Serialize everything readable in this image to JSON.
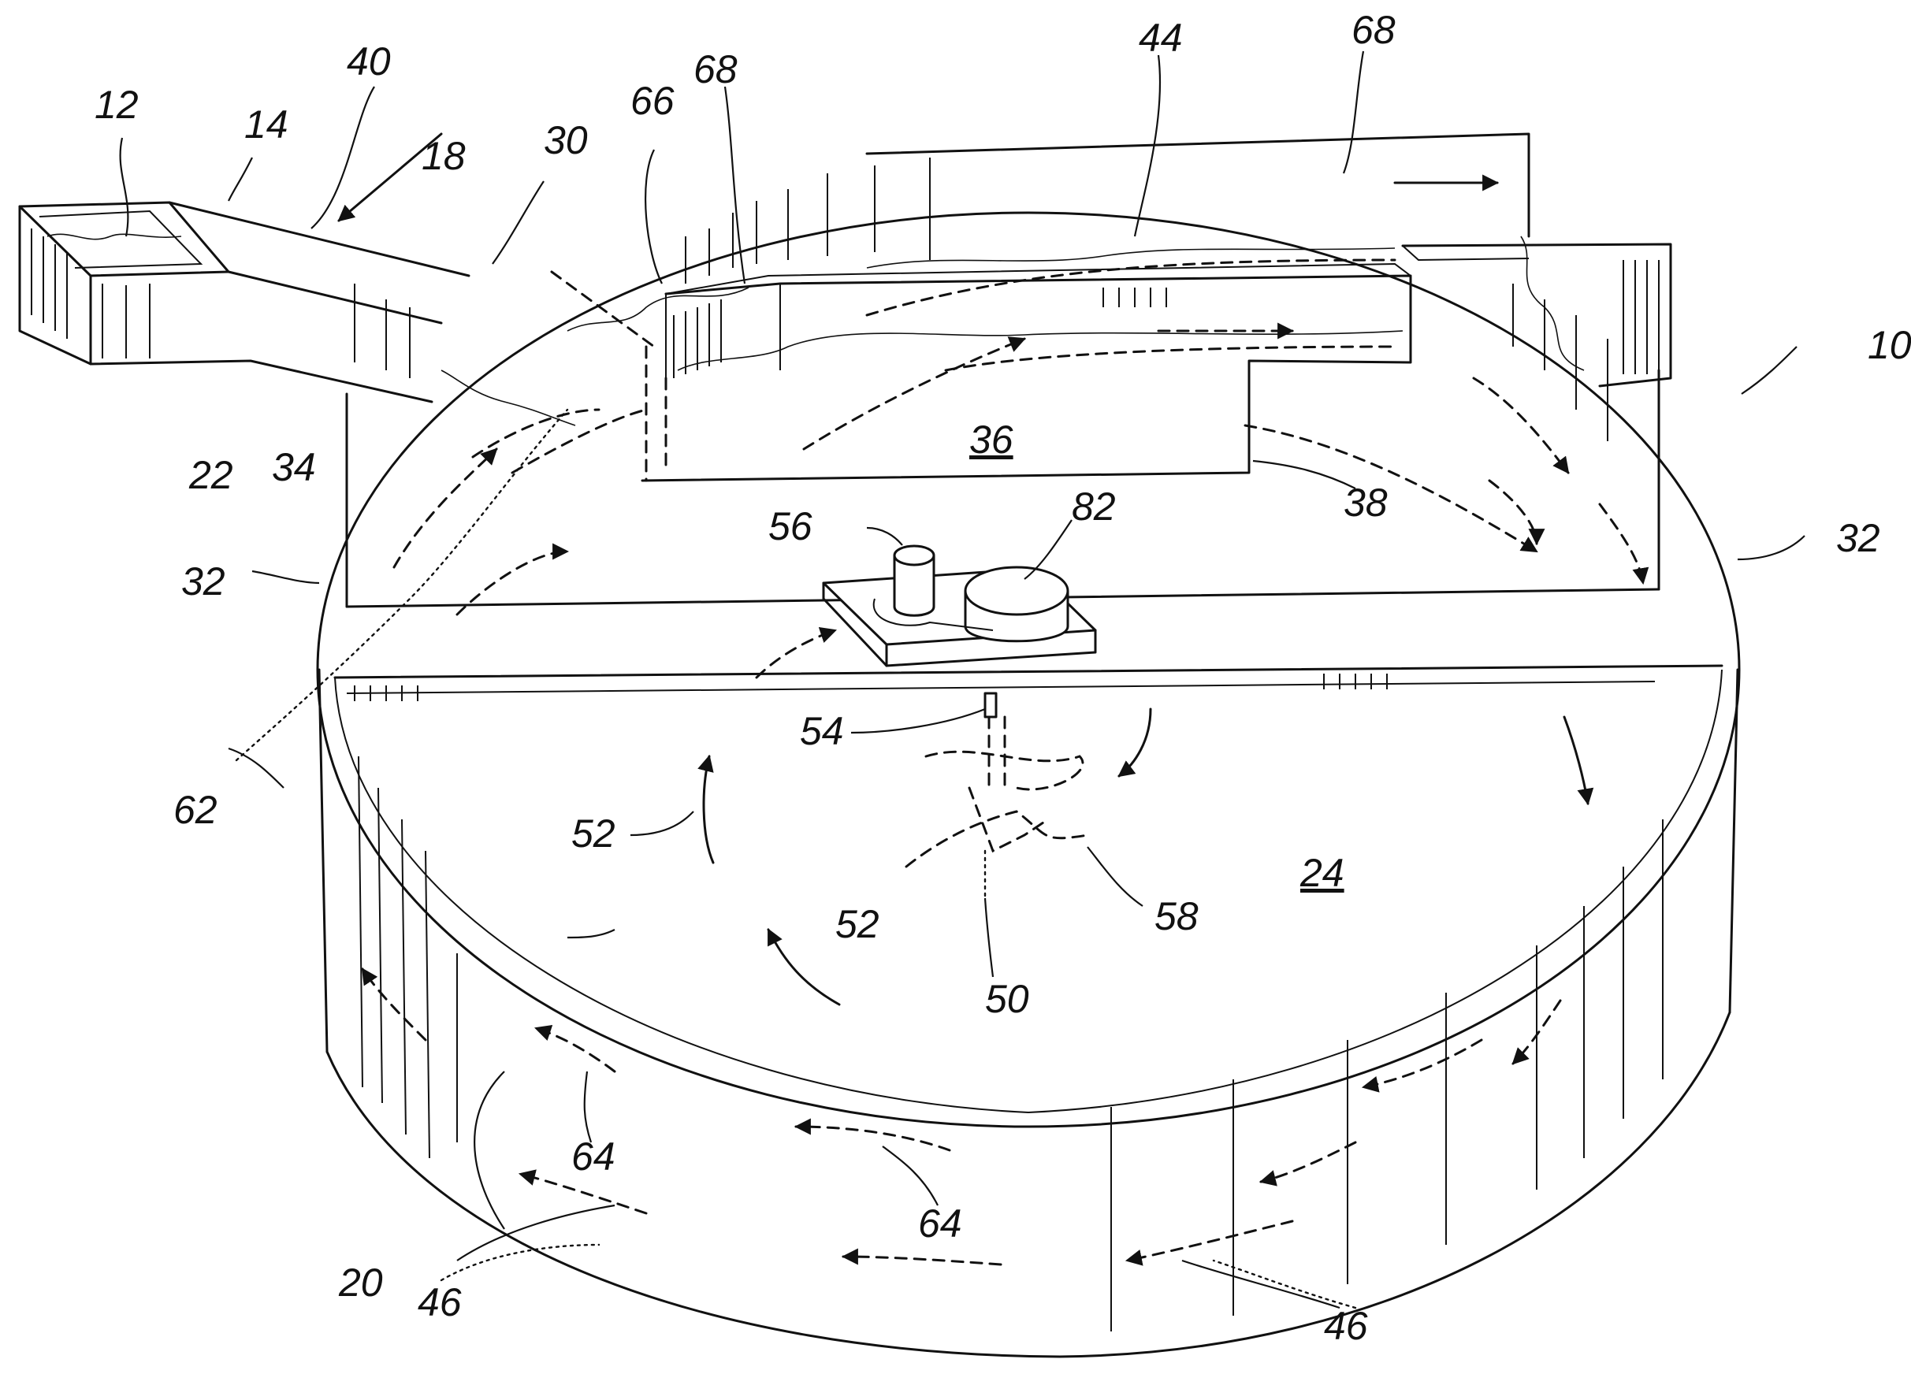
{
  "figure": {
    "labels": {
      "l10": "10",
      "l12": "12",
      "l14": "14",
      "l18": "18",
      "l20": "20",
      "l22": "22",
      "l24": "24",
      "l30": "30",
      "l32a": "32",
      "l32b": "32",
      "l34": "34",
      "l36": "36",
      "l38": "38",
      "l40": "40",
      "l44": "44",
      "l46a": "46",
      "l46b": "46",
      "l50": "50",
      "l52a": "52",
      "l52b": "52",
      "l54": "54",
      "l56": "56",
      "l58": "58",
      "l62": "62",
      "l64a": "64",
      "l64b": "64",
      "l66": "66",
      "l68a": "68",
      "l68b": "68",
      "l82": "82"
    }
  }
}
